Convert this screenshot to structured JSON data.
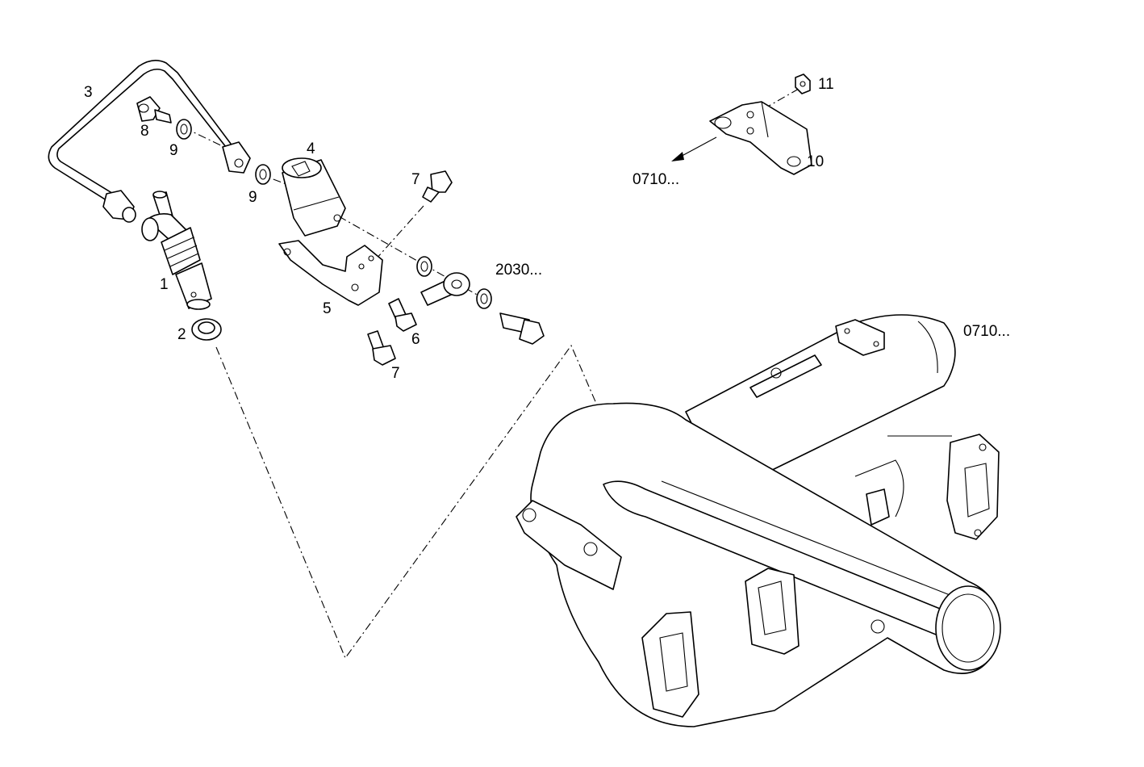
{
  "diagram": {
    "callouts": {
      "p1": "1",
      "p2": "2",
      "p3": "3",
      "p4": "4",
      "p5": "5",
      "p6": "6",
      "p7a": "7",
      "p7b": "7",
      "p8": "8",
      "p9a": "9",
      "p9b": "9",
      "p10": "10",
      "p11": "11"
    },
    "references": {
      "r1": "0710...",
      "r2": "2030...",
      "r3": "0710..."
    }
  }
}
